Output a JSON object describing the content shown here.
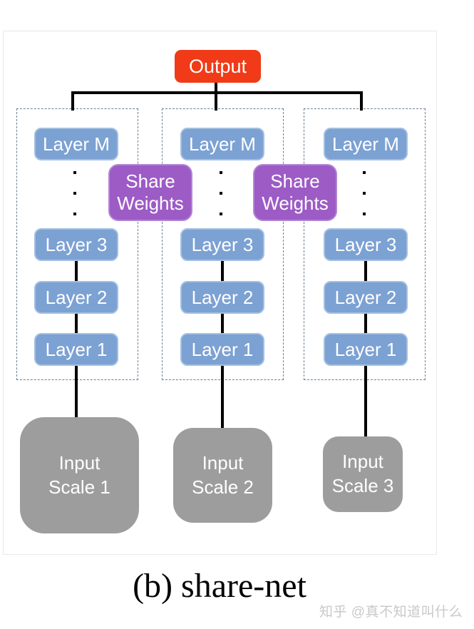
{
  "diagram": {
    "output": "Output",
    "share_weights": {
      "line1": "Share",
      "line2": "Weights"
    },
    "columns": [
      {
        "layer_m": "Layer M",
        "layer_3": "Layer 3",
        "layer_2": "Layer 2",
        "layer_1": "Layer 1",
        "input_line1": "Input",
        "input_line2": "Scale 1"
      },
      {
        "layer_m": "Layer M",
        "layer_3": "Layer 3",
        "layer_2": "Layer 2",
        "layer_1": "Layer 1",
        "input_line1": "Input",
        "input_line2": "Scale 2"
      },
      {
        "layer_m": "Layer M",
        "layer_3": "Layer 3",
        "layer_2": "Layer 2",
        "layer_1": "Layer 1",
        "input_line1": "Input",
        "input_line2": "Scale 3"
      }
    ],
    "colors": {
      "output_box": "#F13A17",
      "layer_box": "#7CA1D3",
      "share_box": "#9D5BC6",
      "input_box": "#9D9D9D",
      "connector": "#000000",
      "dashed_border": "#6D8191"
    }
  },
  "caption": "(b) share-net",
  "watermark": "知乎 @真不知道叫什么"
}
